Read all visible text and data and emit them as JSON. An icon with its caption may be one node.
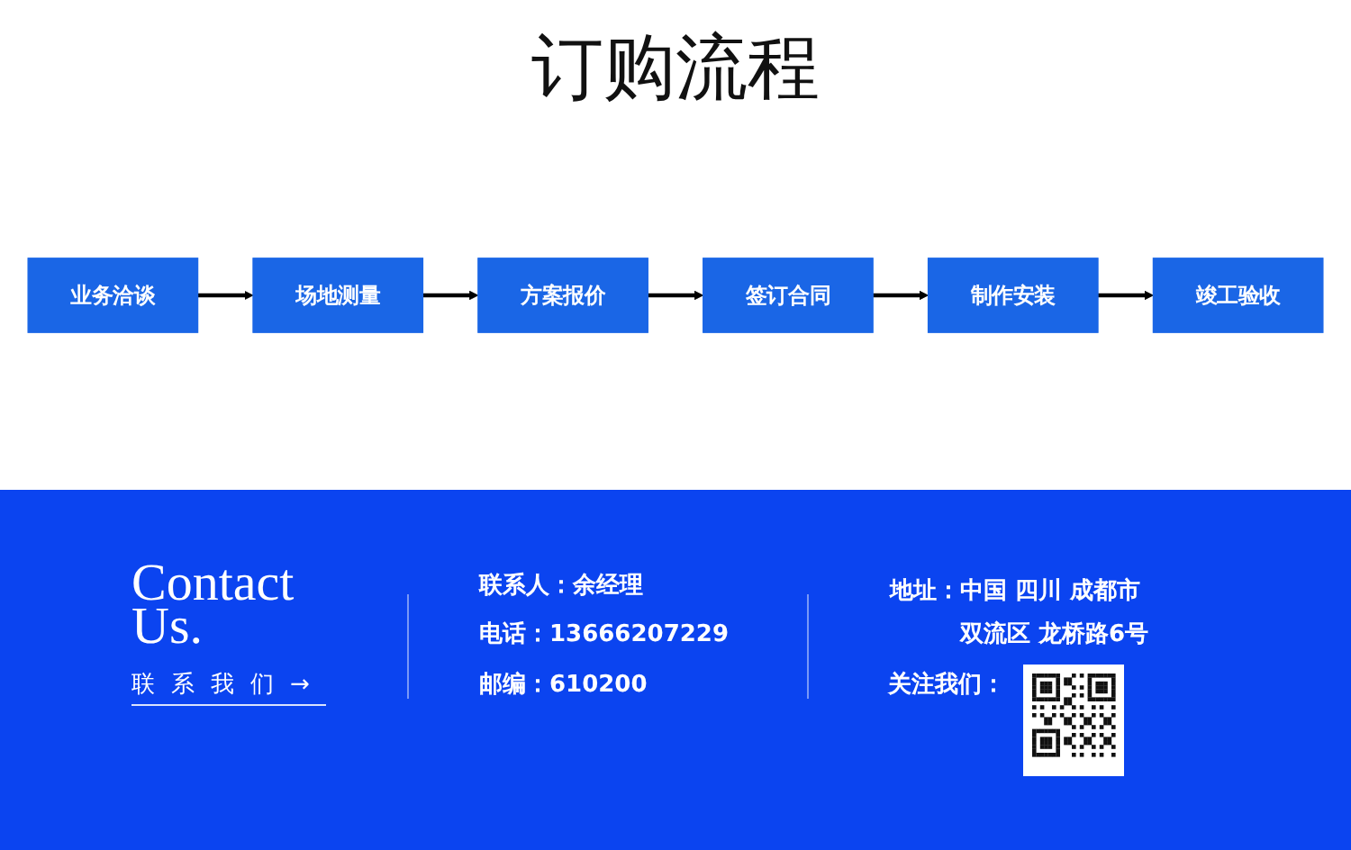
{
  "diagram": {
    "title": "订购流程",
    "nodes": [
      {
        "text": [
          "业务洽谈"
        ]
      },
      {
        "text": [
          "场地测量"
        ]
      },
      {
        "text": [
          "方案报价"
        ]
      },
      {
        "text": [
          "签订合同"
        ]
      },
      {
        "text": [
          "制作安装"
        ]
      },
      {
        "text": [
          "竣工验收"
        ]
      }
    ],
    "edges": [
      {
        "from": 0,
        "to": 1,
        "arrow": "to"
      },
      {
        "from": 1,
        "to": 2,
        "arrow": "to"
      },
      {
        "from": 2,
        "to": 3,
        "arrow": "to"
      },
      {
        "from": 3,
        "to": 4,
        "arrow": "to"
      },
      {
        "from": 4,
        "to": 5,
        "arrow": "to"
      }
    ],
    "labels": [
      "Contact Us.",
      "联系我们→",
      "联系人：余经理",
      "电话：13666207229",
      "邮编：610200",
      "地址：中国 四川 成都市双流区 龙桥路6号",
      "关注我们："
    ]
  }
}
